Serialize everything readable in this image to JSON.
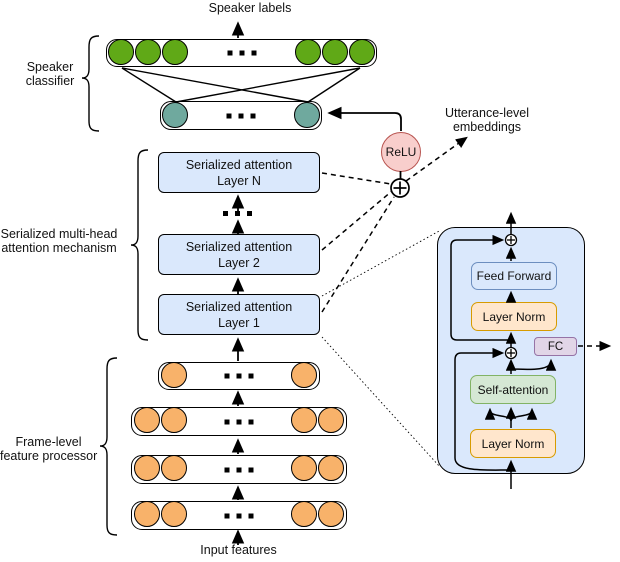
{
  "colors": {
    "node_green": "#60a917",
    "node_teal": "#6fa99e",
    "node_orange": "#f8b26a",
    "box_blue_fill": "#dae8fc",
    "relu_fill": "#f8cecc",
    "relu_stroke": "#b85450",
    "feed_forward_fill": "#dae8fc",
    "feed_forward_stroke": "#6c8ebf",
    "layer_norm_fill": "#ffe6cc",
    "layer_norm_stroke": "#d79b00",
    "self_attention_fill": "#d5e8d4",
    "self_attention_stroke": "#82b366",
    "fc_fill": "#e1d5e7",
    "fc_stroke": "#9673a6"
  },
  "top": {
    "speaker_labels": "Speaker labels"
  },
  "speaker_classifier": {
    "label": [
      "Speaker",
      "classifier"
    ]
  },
  "attention_mechanism": {
    "label": [
      "Serialized multi-head",
      "attention mechanism"
    ],
    "layers": [
      {
        "title": "Serialized attention",
        "subtitle": "Layer N"
      },
      {
        "title": "Serialized attention",
        "subtitle": "Layer 2"
      },
      {
        "title": "Serialized attention",
        "subtitle": "Layer 1"
      }
    ]
  },
  "embedding_path": {
    "relu": "ReLU",
    "annotation": [
      "Utterance-level",
      "embeddings"
    ]
  },
  "frame_processor": {
    "label": [
      "Frame-level",
      "feature processor"
    ],
    "input_label": "Input features"
  },
  "attention_layer_detail": {
    "feed_forward": "Feed Forward",
    "layer_norm_upper": "Layer Norm",
    "fc": "FC",
    "self_attention": "Self-attention",
    "layer_norm_lower": "Layer Norm"
  }
}
